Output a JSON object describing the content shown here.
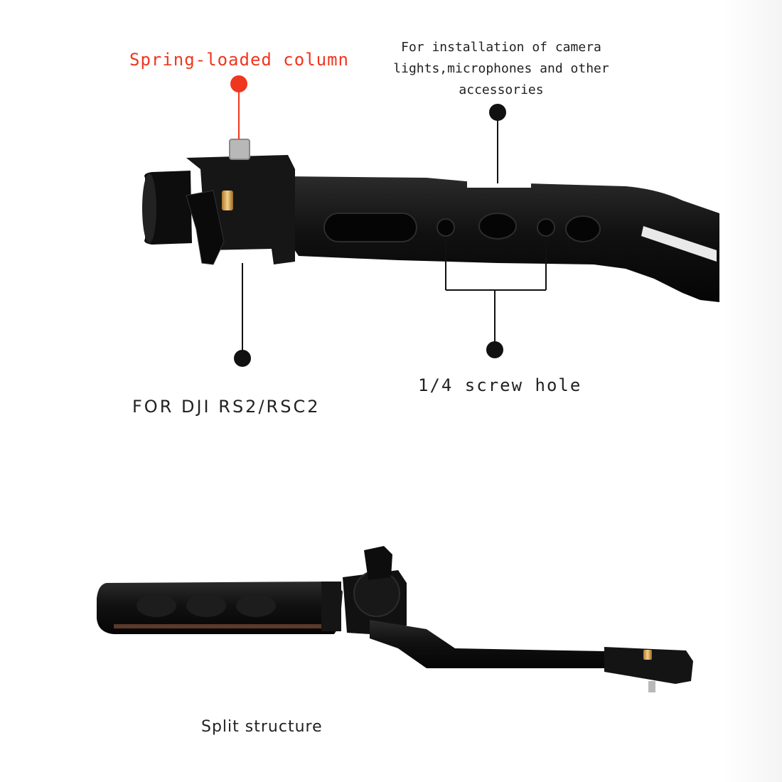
{
  "callouts": {
    "spring_loaded_column": "Spring-loaded column",
    "installation_note": "For installation of camera lights,microphones and other accessories",
    "screw_hole": "1/4 screw hole",
    "compatibility": "FOR DJI RS2/RSC2",
    "split_structure": "Split structure"
  },
  "colors": {
    "accent_red": "#f0361f",
    "bracket_black": "#111111",
    "leader_line": "#111111"
  }
}
